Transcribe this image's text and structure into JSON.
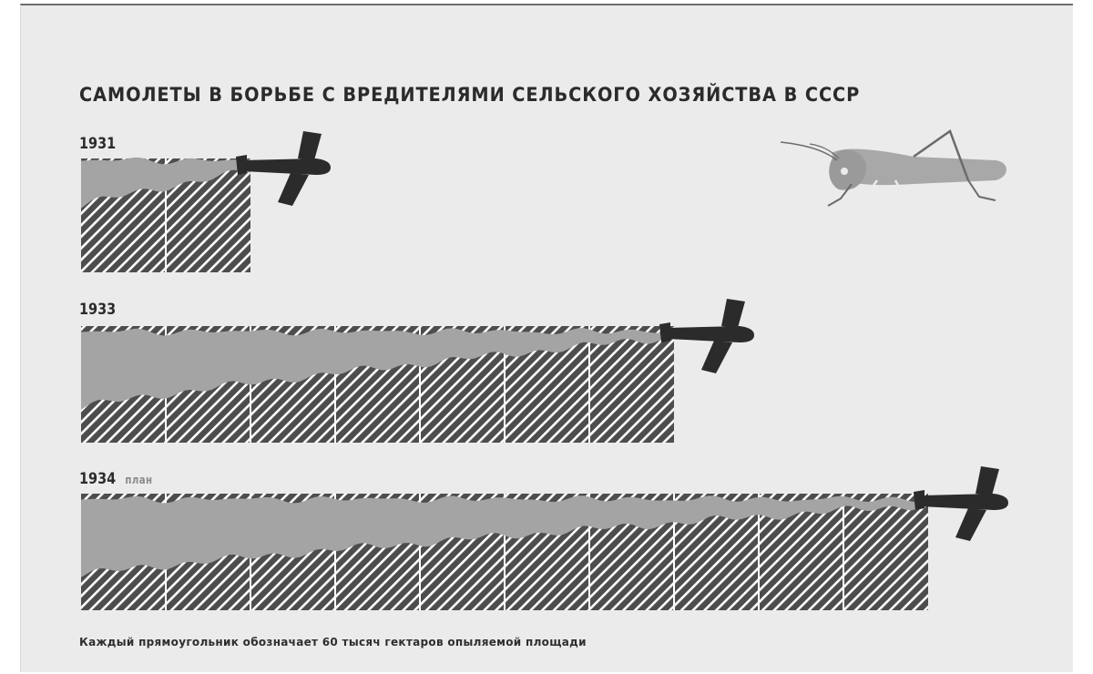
{
  "chart_data": {
    "type": "bar",
    "title": "САМОЛЕТЫ В БОРЬБЕ С ВРЕДИТЕЛЯМИ СЕЛЬСКОГО ХОЗЯЙСТВА В СССР",
    "categories": [
      "1931",
      "1933",
      "1934"
    ],
    "category_notes": [
      "",
      "",
      "план"
    ],
    "values": [
      2,
      7,
      10
    ],
    "unit_note": "Каждый прямоугольник обозначает 60 тысяч гектаров опыляемой площади",
    "icons": [
      "airplane-icon",
      "grasshopper-icon"
    ],
    "colors": {
      "background": "#ebebeb",
      "bar": "#4d4d4d",
      "hatch": "#ffffff",
      "spray": "#a4a4a4",
      "airplane": "#2b2b2b",
      "insect": "#a8a8a8"
    }
  }
}
